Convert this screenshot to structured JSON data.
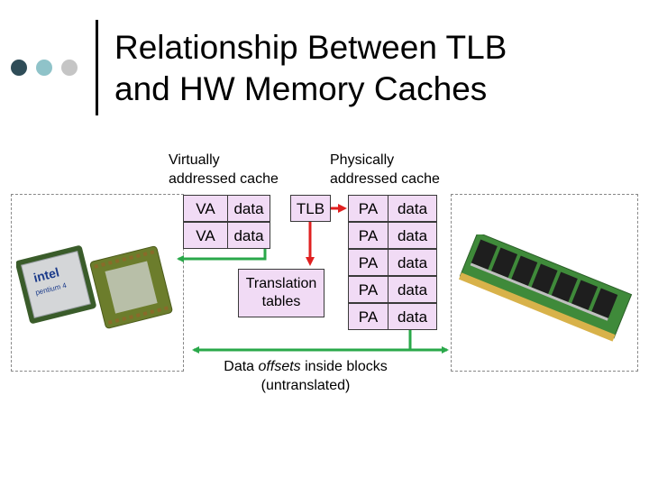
{
  "title": {
    "line1": "Relationship Between TLB",
    "line2": "and HW Memory Caches"
  },
  "headers": {
    "virtual": {
      "line1": "Virtually",
      "line2": "addressed cache"
    },
    "physical": {
      "line1": "Physically",
      "line2": "addressed cache"
    }
  },
  "virtual_cache": [
    {
      "tag": "VA",
      "data": "data"
    },
    {
      "tag": "VA",
      "data": "data"
    }
  ],
  "tlb_label": "TLB",
  "translation_tables": {
    "line1": "Translation",
    "line2": "tables"
  },
  "physical_cache": [
    {
      "tag": "PA",
      "data": "data"
    },
    {
      "tag": "PA",
      "data": "data"
    },
    {
      "tag": "PA",
      "data": "data"
    },
    {
      "tag": "PA",
      "data": "data"
    },
    {
      "tag": "PA",
      "data": "data"
    }
  ],
  "footer": {
    "before": "Data ",
    "em": "offsets",
    "after": " inside blocks",
    "line2": "(untranslated)"
  },
  "images": {
    "cpu_logo": {
      "text": "intel",
      "sub": "pentium 4"
    }
  },
  "colors": {
    "cell_fill": "#f1dbf5",
    "arrow_green": "#2aa84a",
    "arrow_red": "#e02020",
    "dot_dark": "#2f4d58",
    "dot_teal": "#8fc3c9",
    "dot_gray": "#c5c5c5"
  }
}
